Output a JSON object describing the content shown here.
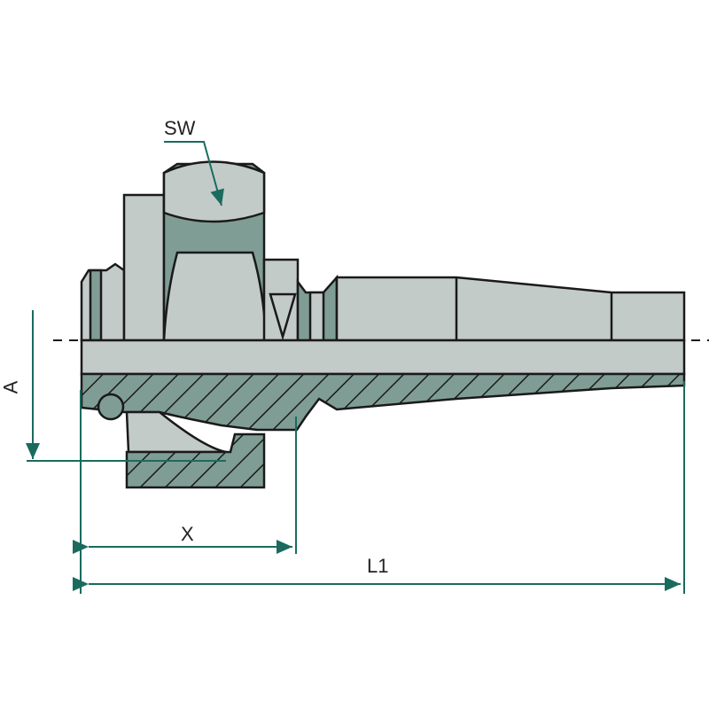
{
  "labels": {
    "sw": "SW",
    "a": "A",
    "x": "X",
    "l1": "L1"
  },
  "colors": {
    "body": "#c3cbc9",
    "shade": "#7f9d94",
    "dimension": "#1a6b5e",
    "outline": "#1a1a1a"
  }
}
